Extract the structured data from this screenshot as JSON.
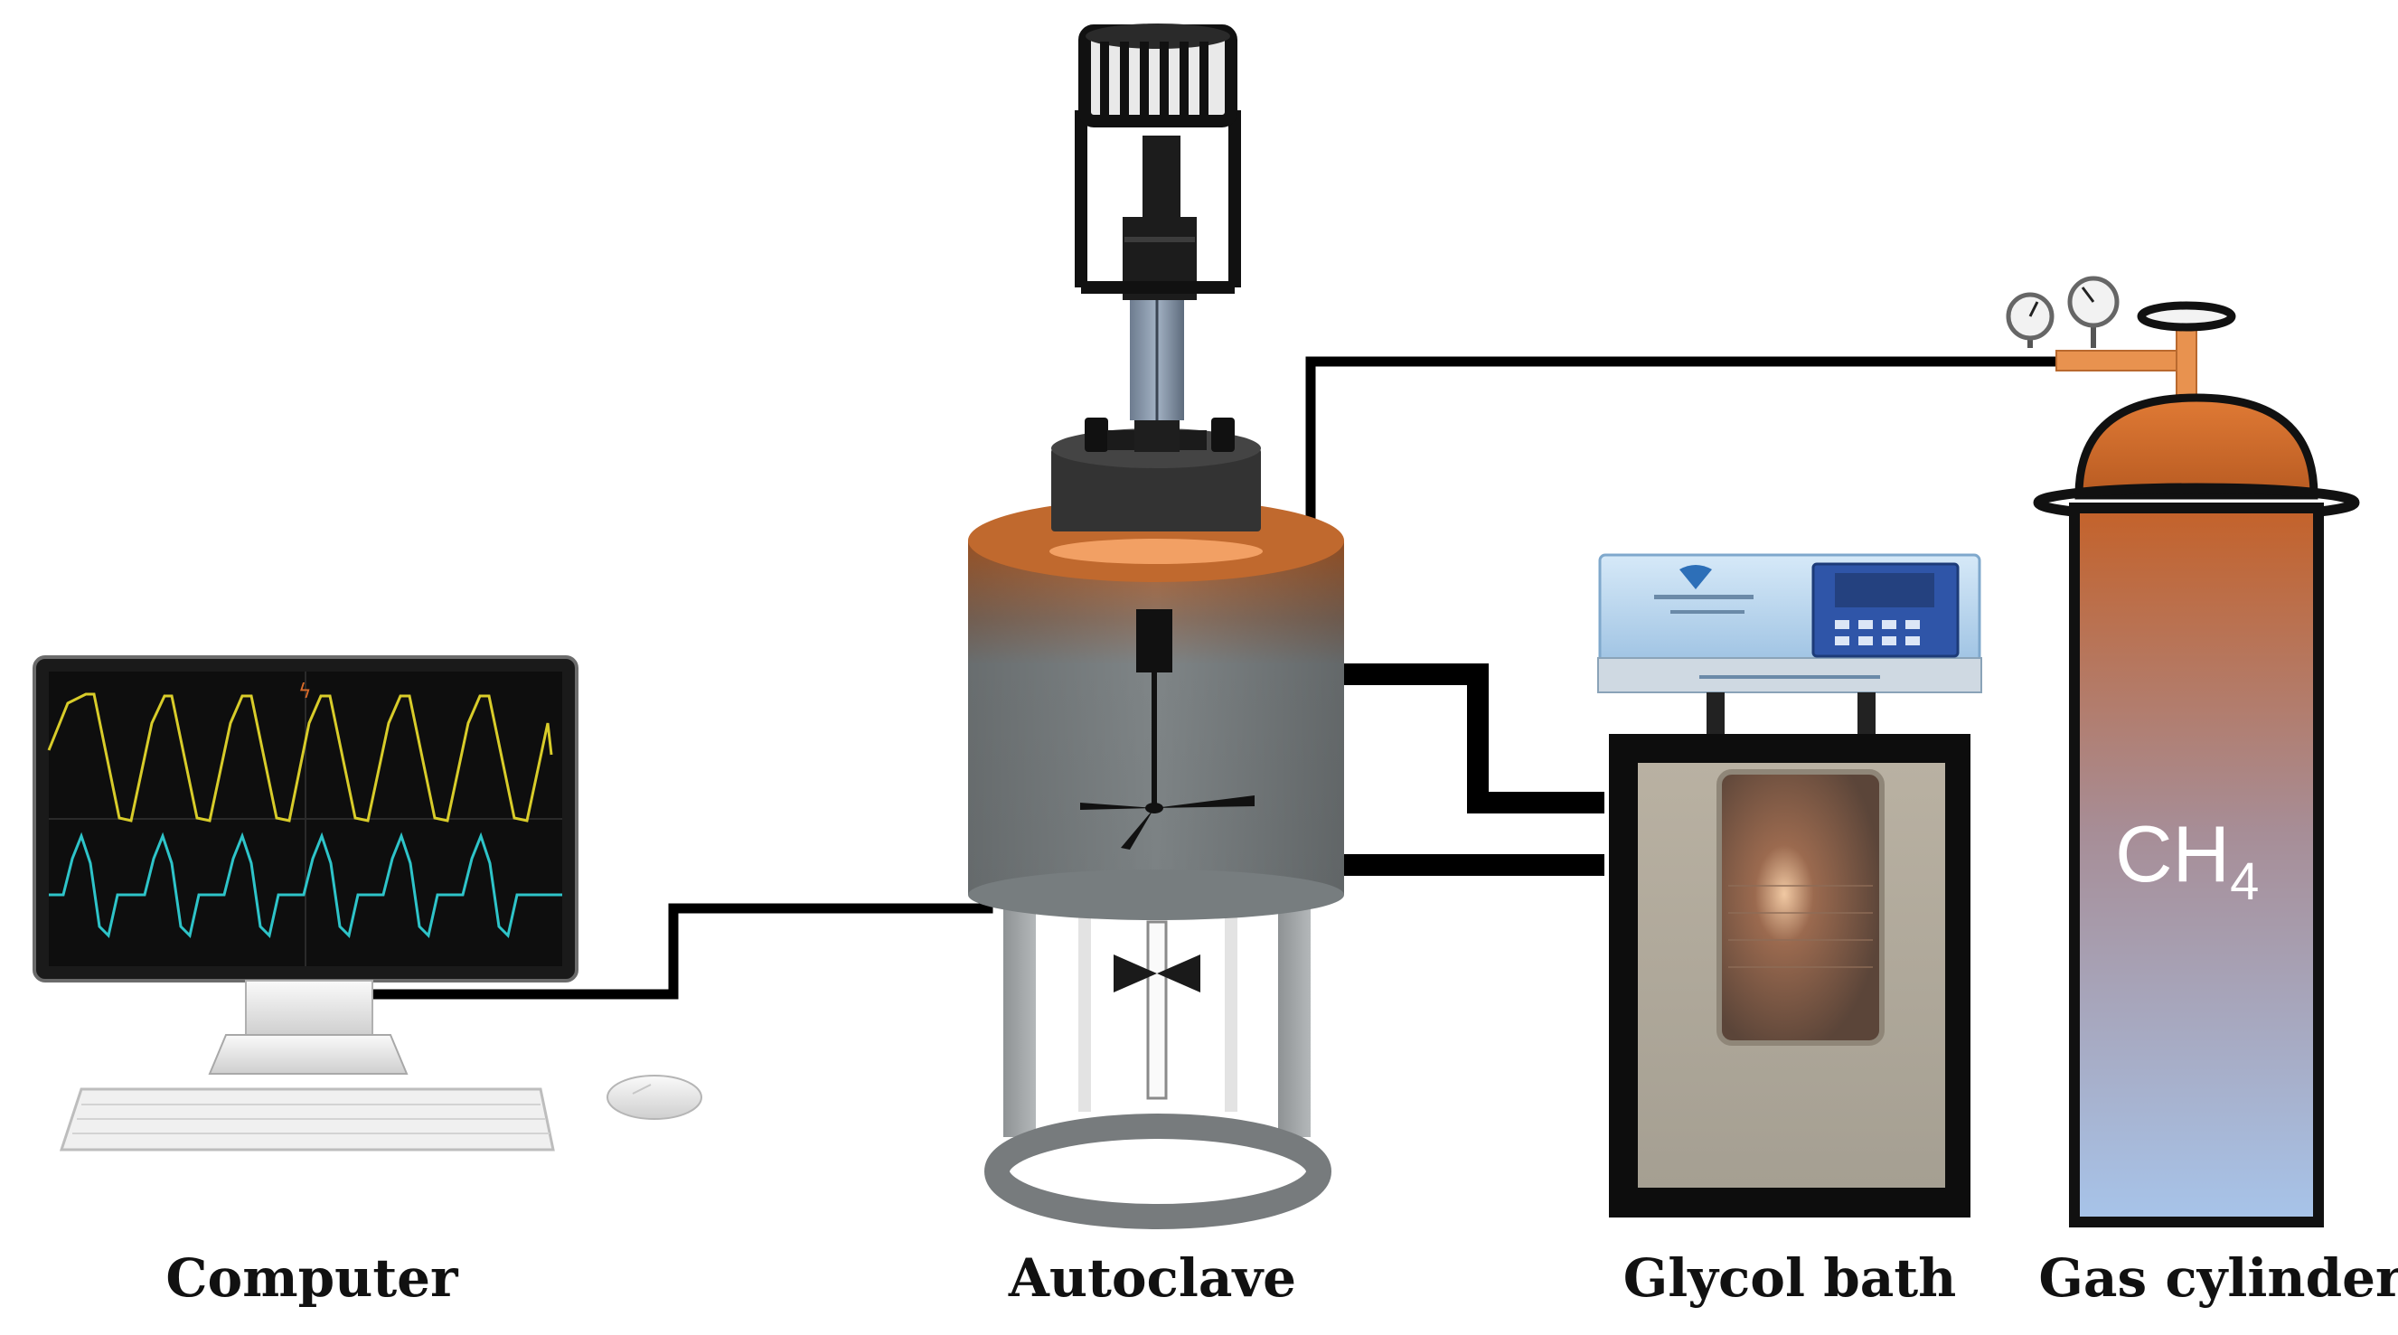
{
  "labels": {
    "computer": "Computer",
    "autoclave": "Autoclave",
    "glycol_bath": "Glycol bath",
    "gas_cylinder": "Gas cylinder"
  },
  "gas": {
    "formula_main": "CH",
    "formula_sub": "4"
  },
  "colors": {
    "pipe": "#000000",
    "copper": "#c8682a",
    "vessel_gray": "#7f8587",
    "screen_bg": "#111111",
    "signal_yellow": "#d8cc2a",
    "signal_cyan": "#2ec4c9",
    "cylinder_top": "#c4622a",
    "cylinder_bottom": "#a7c4ea",
    "controller_panel": "#bcd9ef",
    "controller_display": "#2f55a8"
  },
  "icons": {
    "stirrer_motor": "stirrer-motor-icon",
    "pressure_gauge": "pressure-gauge-icon",
    "valve": "valve-icon",
    "impeller": "impeller-icon"
  }
}
